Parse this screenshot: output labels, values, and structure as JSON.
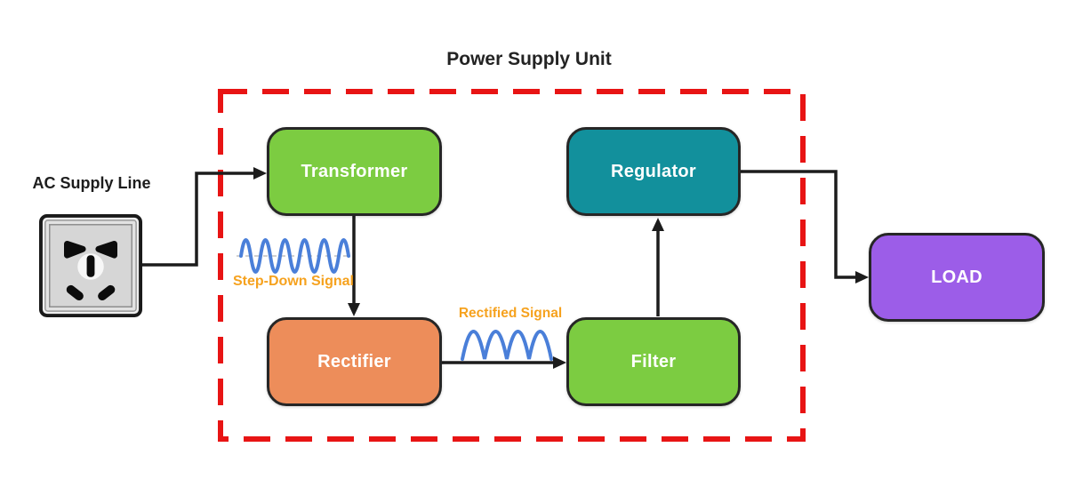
{
  "title": "Power Supply Unit",
  "ac_supply": {
    "label": "AC Supply Line",
    "icon": "power-socket-icon"
  },
  "blocks": {
    "transformer": {
      "label": "Transformer",
      "color": "#7ccc41"
    },
    "regulator": {
      "label": "Regulator",
      "color": "#12909c"
    },
    "rectifier": {
      "label": "Rectifier",
      "color": "#ed8d5a"
    },
    "filter": {
      "label": "Filter",
      "color": "#7ccc41"
    },
    "load": {
      "label": "LOAD",
      "color": "#9c5de8"
    }
  },
  "signals": {
    "step_down": {
      "label": "Step-Down Signal",
      "waveform": "sine",
      "wave_color": "#4a7fd9",
      "label_color": "#f6a21e"
    },
    "rectified": {
      "label": "Rectified Signal",
      "waveform": "half-wave-rectified",
      "wave_color": "#4a7fd9",
      "label_color": "#f6a21e"
    }
  },
  "boundary": {
    "encloses": [
      "Transformer",
      "Rectifier",
      "Filter",
      "Regulator"
    ],
    "style": "dashed",
    "color": "#e81414"
  },
  "connections": [
    {
      "from": "AC Supply Line",
      "to": "Transformer"
    },
    {
      "from": "Transformer",
      "to": "Rectifier",
      "signal": "Step-Down Signal"
    },
    {
      "from": "Rectifier",
      "to": "Filter",
      "signal": "Rectified Signal"
    },
    {
      "from": "Filter",
      "to": "Regulator"
    },
    {
      "from": "Regulator",
      "to": "LOAD"
    }
  ],
  "colors": {
    "wire": "#1c1c1c",
    "boundary_red": "#e81414",
    "signal_blue": "#4a7fd9",
    "signal_label_orange": "#f6a21e",
    "text_dark": "#232323"
  }
}
